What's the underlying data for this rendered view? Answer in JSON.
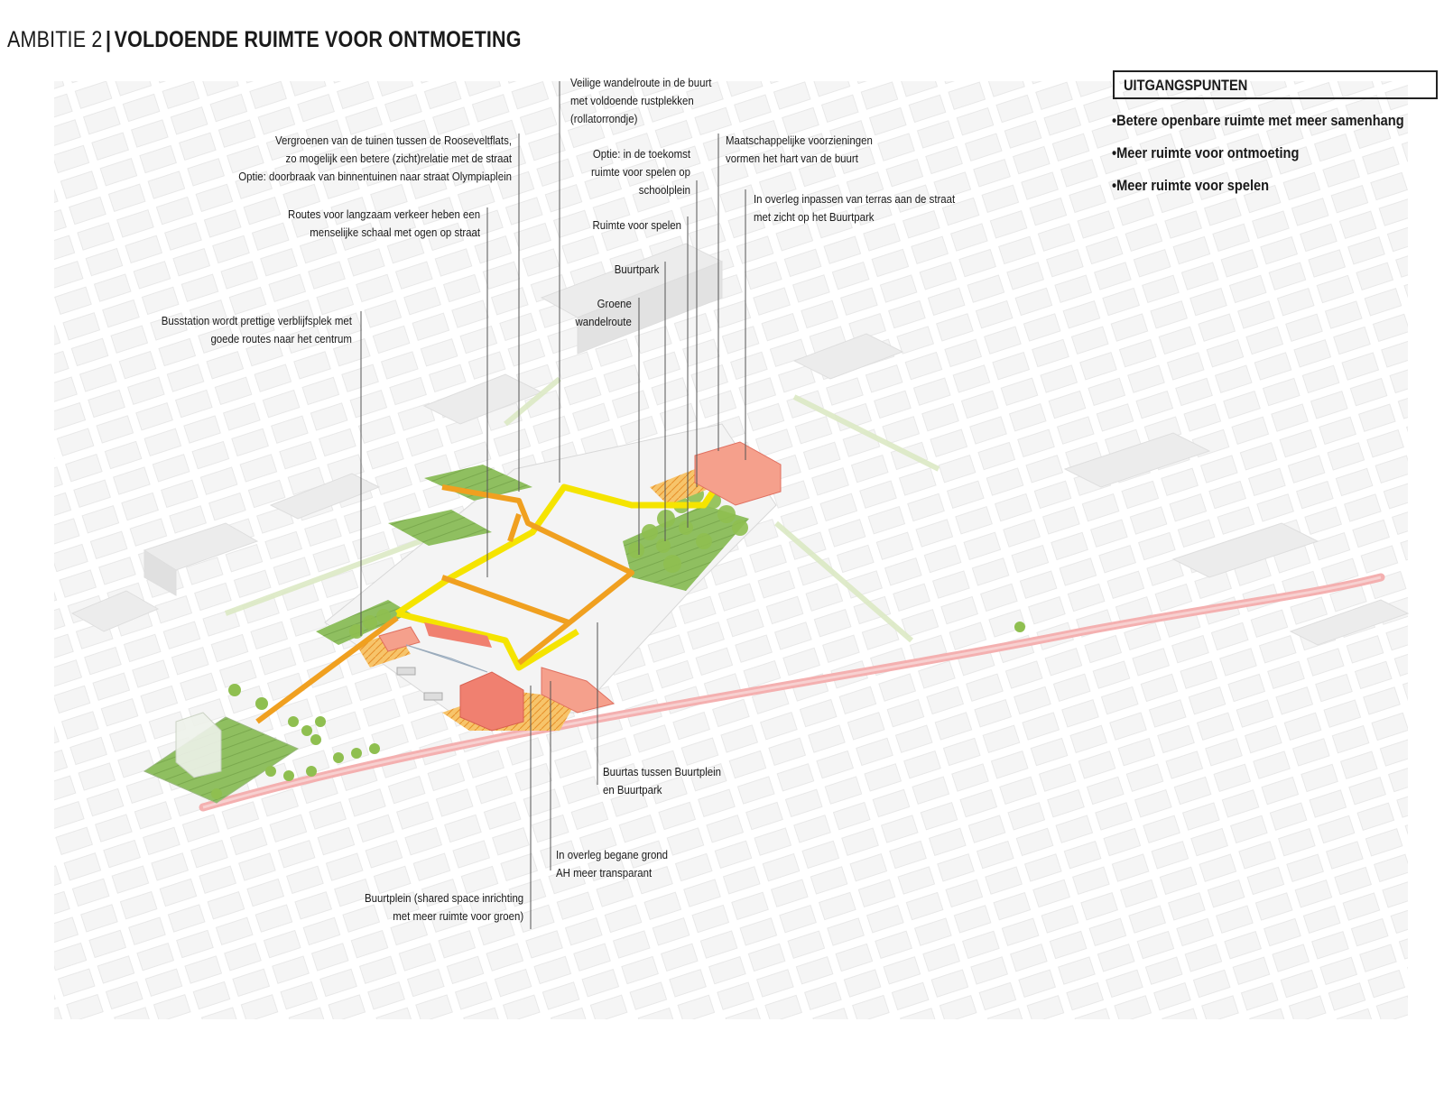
{
  "title": {
    "prefix": "AMBITIE 2",
    "separator": "|",
    "main": "VOLDOENDE RUIMTE VOOR ONTMOETING"
  },
  "principles": {
    "heading": "UITGANGSPUNTEN",
    "items": [
      "Betere openbare ruimte met meer samenhang",
      "Meer ruimte voor ontmoeting",
      "Meer ruimte voor spelen"
    ]
  },
  "annotations": {
    "wandelroute": [
      "Veilige wandelroute in de buurt",
      "met voldoende rustplekken",
      "(rollatorrondje)"
    ],
    "vergroenen": [
      "Vergroenen van de tuinen tussen de Rooseveltflats,",
      "zo mogelijk een betere (zicht)relatie met de straat",
      "Optie: doorbraak van binnentuinen naar straat Olympiaplein"
    ],
    "maatschappelijk": [
      "Maatschappelijke voorzieningen",
      "vormen het hart van de buurt"
    ],
    "optie_spelen": [
      "Optie: in de toekomst",
      "ruimte voor spelen op",
      "schoolplein"
    ],
    "terras": [
      "In overleg inpassen van terras aan de straat",
      "met zicht op het Buurtpark"
    ],
    "routes": [
      "Routes voor langzaam verkeer heben een",
      "menselijke schaal met ogen op straat"
    ],
    "ruimte_spelen": [
      "Ruimte voor spelen"
    ],
    "buurtpark": [
      "Buurtpark"
    ],
    "groene": [
      "Groene",
      "wandelroute"
    ],
    "busstation": [
      "Busstation wordt prettige verblijfsplek met",
      "goede routes naar het centrum"
    ],
    "buurtas": [
      "Buurtas tussen Buurtplein",
      "en Buurtpark"
    ],
    "ah": [
      "In overleg begane grond",
      "AH meer transparant"
    ],
    "buurtplein": [
      "Buurtplein (shared space inrichting",
      "met meer ruimte voor groen)"
    ]
  },
  "colors": {
    "route_yellow": "#f5e400",
    "route_orange": "#f0a020",
    "building_red": "#f08070",
    "green": "#8fbf60",
    "road_pink": "#f4b0b0",
    "context_grey": "#e8e8e8"
  }
}
